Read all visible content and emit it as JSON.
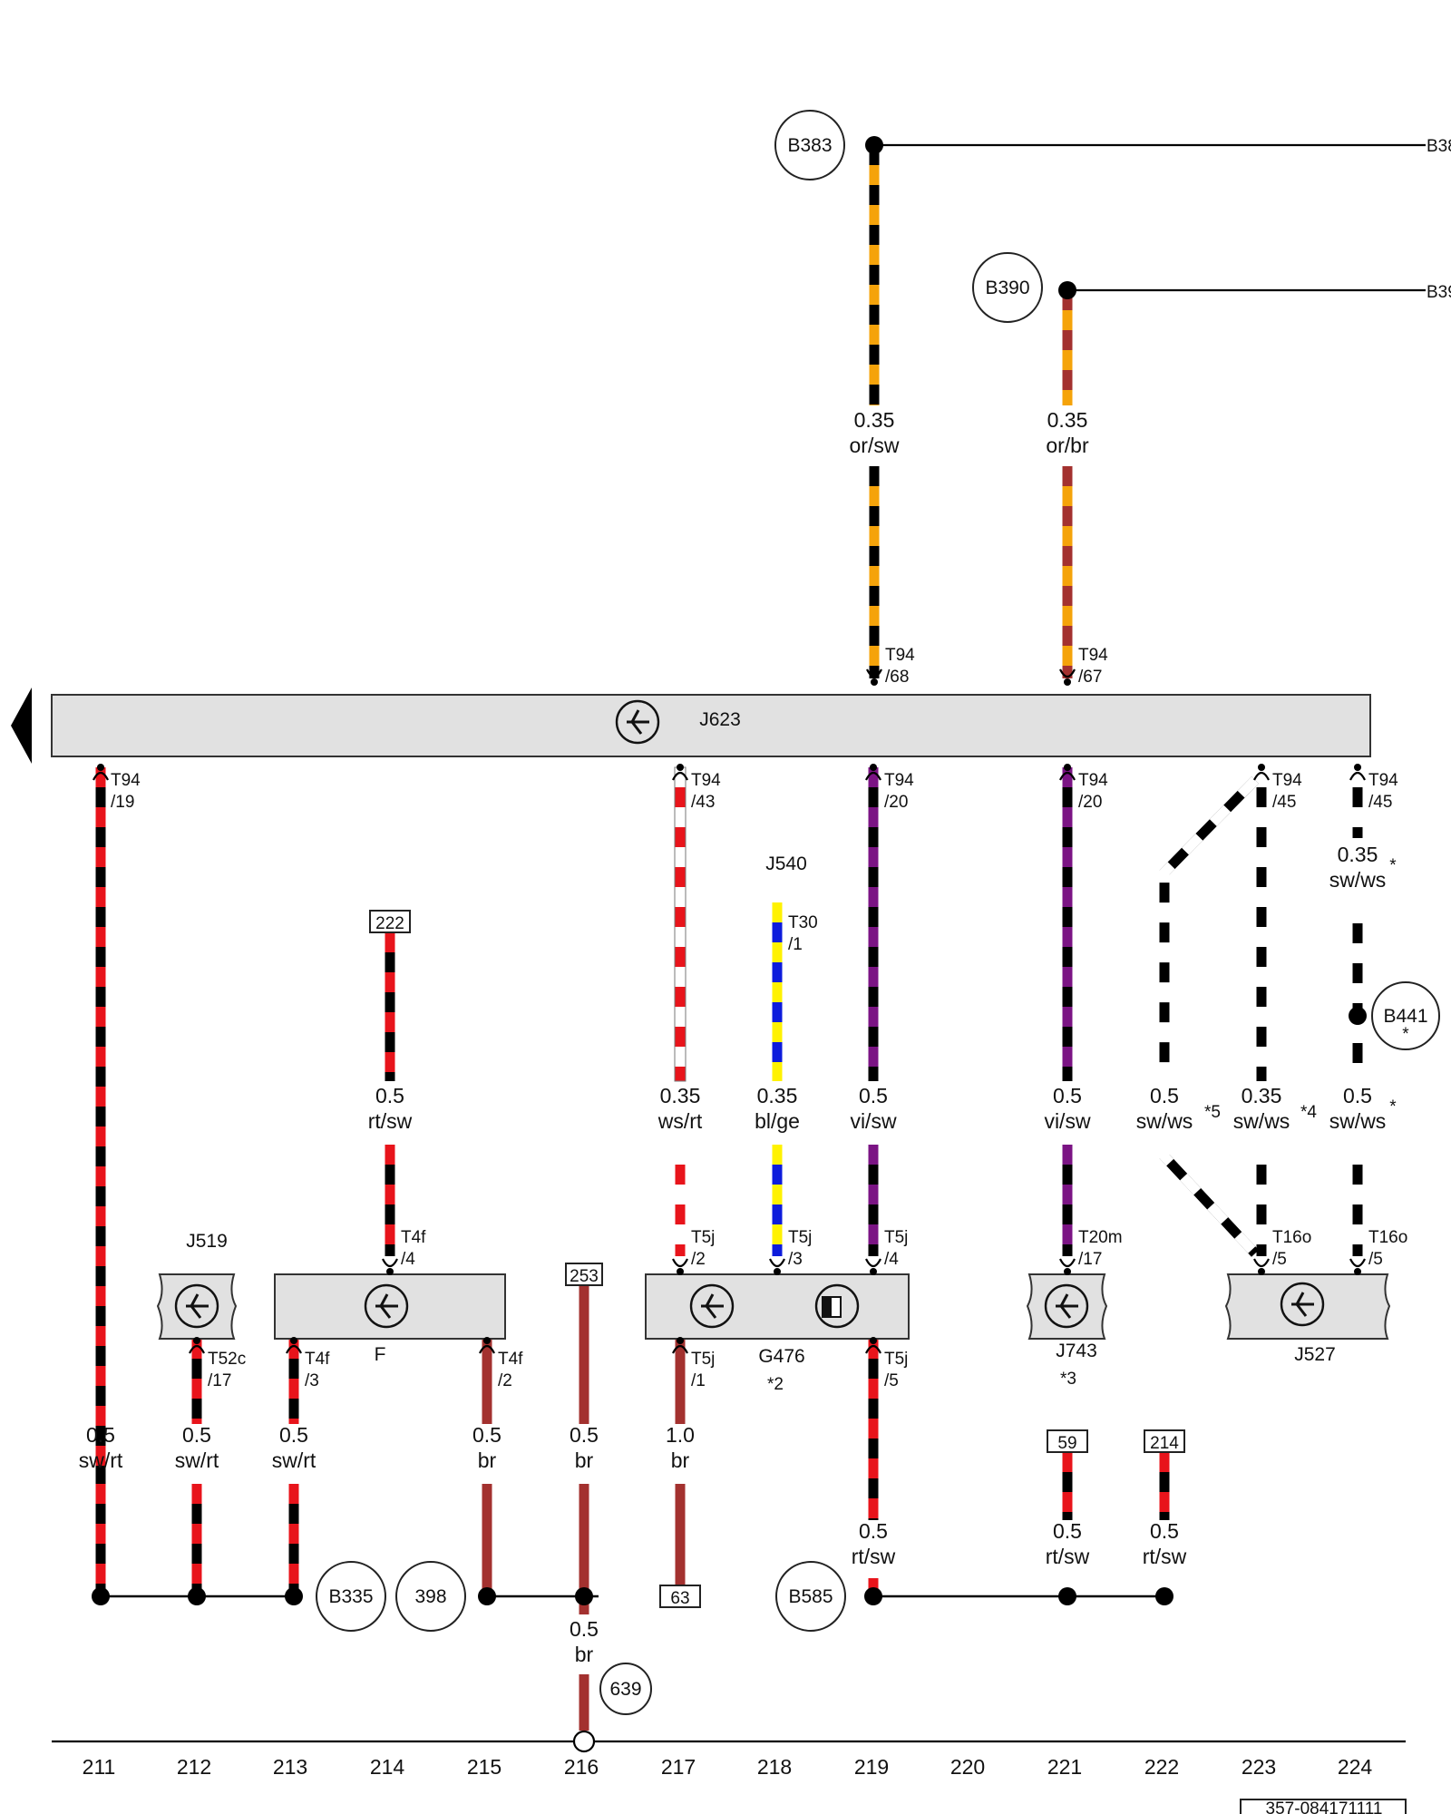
{
  "colors": {
    "black": "#000000",
    "red": "#e8141b",
    "white": "#ffffff",
    "orange": "#f5a30a",
    "brown": "#a3312f",
    "violet": "#7b1484",
    "blue": "#0d1cdc",
    "yellow": "#fff200",
    "box_fill": "#e1e1e1"
  },
  "components": {
    "j623": "J623",
    "j540": "J540",
    "j519": "J519",
    "f": "F",
    "g476": "G476",
    "g476_note": "*2",
    "j743": "J743",
    "j743_note": "*3",
    "j527": "J527"
  },
  "ground_points": {
    "b383": "B383",
    "b390": "B390",
    "b441": "B441",
    "b441_note": "*",
    "b335": "B335",
    "n398": "398",
    "b585": "B585",
    "n639": "639"
  },
  "offpage": {
    "b383": "B38",
    "b390": "B39"
  },
  "terminals": {
    "t94_68": "T94\n/68",
    "t94_67": "T94\n/67",
    "t94_19": "T94\n/19",
    "t94_43": "T94\n/43",
    "t94_20a": "T94\n/20",
    "t94_20b": "T94\n/20",
    "t94_45a": "T94\n/45",
    "t94_45b": "T94\n/45",
    "t30_1": "T30\n/1",
    "t4f_4": "T4f\n/4",
    "t4f_3": "T4f\n/3",
    "t4f_2": "T4f\n/2",
    "t52c_17": "T52c\n/17",
    "t5j_2": "T5j\n/2",
    "t5j_3": "T5j\n/3",
    "t5j_4": "T5j\n/4",
    "t5j_1": "T5j\n/1",
    "t5j_5": "T5j\n/5",
    "t20m_17": "T20m\n/17",
    "t16o_5a": "T16o\n/5",
    "t16o_5b": "T16o\n/5"
  },
  "wires": {
    "w_or_sw": "0.35\nor/sw",
    "w_or_br": "0.35\nor/br",
    "w_rt_sw_222": "0.5\nrt/sw",
    "w_ws_rt": "0.35\nws/rt",
    "w_bl_ge": "0.35\nbl/ge",
    "w_vi_sw_219": "0.5\nvi/sw",
    "w_vi_sw_221": "0.5\nvi/sw",
    "w_sw_ws_222": "0.5\nsw/ws",
    "w_sw_ws_223": "0.35\nsw/ws",
    "w_sw_ws_224": "0.5\nsw/ws",
    "w_sw_ws_224_top": "0.35\nsw/ws",
    "w_sw_rt_211": "0.5\nsw/rt",
    "w_sw_rt_212": "0.5\nsw/rt",
    "w_sw_rt_213": "0.5\nsw/rt",
    "w_br_215": "0.5\nbr",
    "w_br_216": "0.5\nbr",
    "w_br_217": "1.0\nbr",
    "w_br_216_bottom": "0.5\nbr",
    "w_rt_sw_219": "0.5\nrt/sw",
    "w_rt_sw_221": "0.5\nrt/sw",
    "w_rt_sw_222b": "0.5\nrt/sw"
  },
  "notes": {
    "n5": "*5",
    "n4": "*4",
    "star_a": "*",
    "star_b": "*"
  },
  "refs": {
    "r222": "222",
    "r253": "253",
    "r63": "63",
    "r59": "59",
    "r214": "214"
  },
  "columns": [
    "211",
    "212",
    "213",
    "214",
    "215",
    "216",
    "217",
    "218",
    "219",
    "220",
    "221",
    "222",
    "223",
    "224"
  ],
  "doc_id": "357-084171111"
}
